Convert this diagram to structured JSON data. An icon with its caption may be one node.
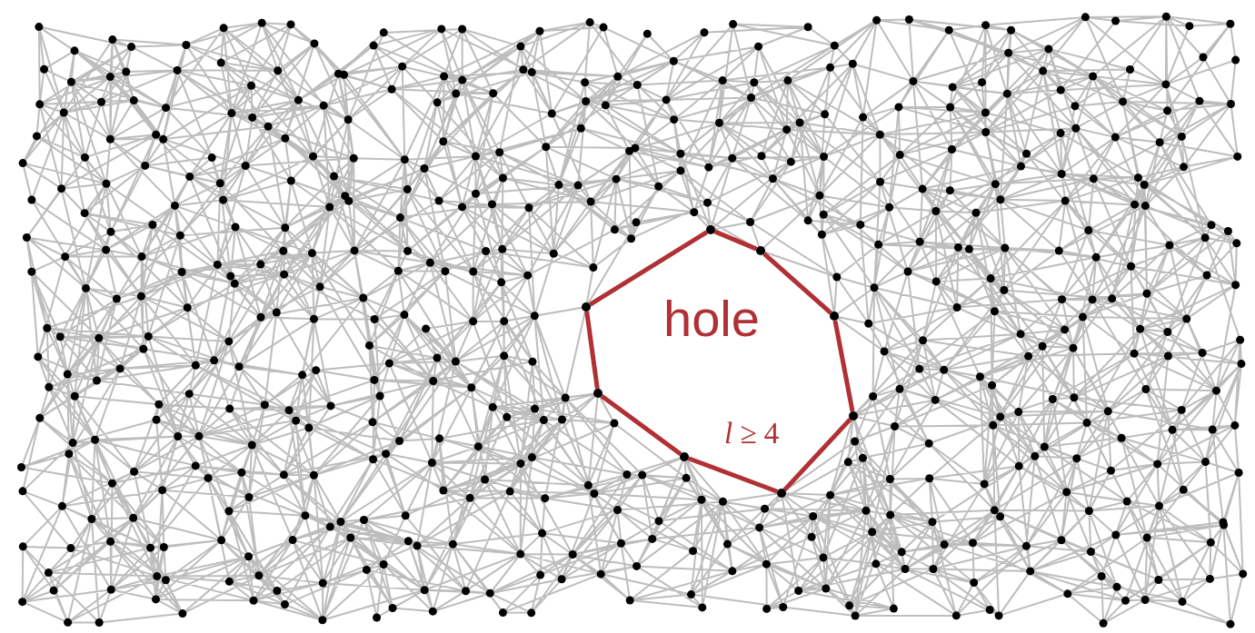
{
  "diagram": {
    "nodes": [
      {
        "text": [],
        "shape": "circle"
      },
      {
        "text": [],
        "shape": "circle"
      },
      {
        "text": [],
        "shape": "circle"
      },
      {
        "text": [],
        "shape": "circle"
      },
      {
        "text": [],
        "shape": "circle"
      },
      {
        "text": [],
        "shape": "circle"
      },
      {
        "text": [],
        "shape": "circle"
      },
      {
        "text": [],
        "shape": "circle"
      }
    ],
    "edges": [
      {
        "from": 2,
        "to": 0,
        "arrow": "none"
      },
      {
        "from": 0,
        "to": 1,
        "arrow": "none"
      },
      {
        "from": 1,
        "to": 3,
        "arrow": "none"
      },
      {
        "from": 3,
        "to": 5,
        "arrow": "none"
      },
      {
        "from": 5,
        "to": 7,
        "arrow": "none"
      },
      {
        "from": 7,
        "to": 6,
        "arrow": "none"
      },
      {
        "from": 6,
        "to": 4,
        "arrow": "none"
      },
      {
        "from": 4,
        "to": 2,
        "arrow": "none"
      }
    ],
    "labels": [
      "hole",
      "*l* ≥ 4"
    ]
  }
}
